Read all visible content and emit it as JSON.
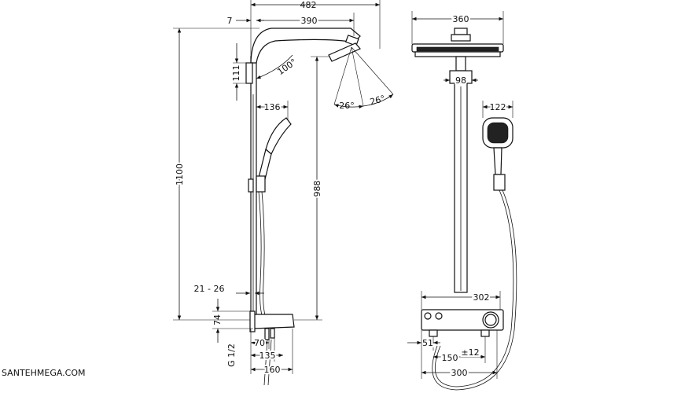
{
  "watermark": "SANTEHMEGA.COM",
  "side_view": {
    "total_reach": "482",
    "arm_offset": "7",
    "arm_length": "390",
    "holder_height": "111",
    "tilt_angle": "100°",
    "spray_angle_left": "26°",
    "spray_angle_right": "26°",
    "hand_shower_depth": "136",
    "total_height": "1100",
    "head_height": "988",
    "wall_distance": "21 - 26",
    "thermostat_height": "74",
    "connection_thread": "G 1/2",
    "outlet_offset": "70",
    "depth_135": "135",
    "depth_160": "160"
  },
  "front_view": {
    "head_width": "360",
    "joint_width": "98",
    "hand_shower_width": "122",
    "thermostat_width": "302",
    "side_offset": "51",
    "connection_centres": "150",
    "connection_tolerance": "±12",
    "base_width": "300"
  }
}
